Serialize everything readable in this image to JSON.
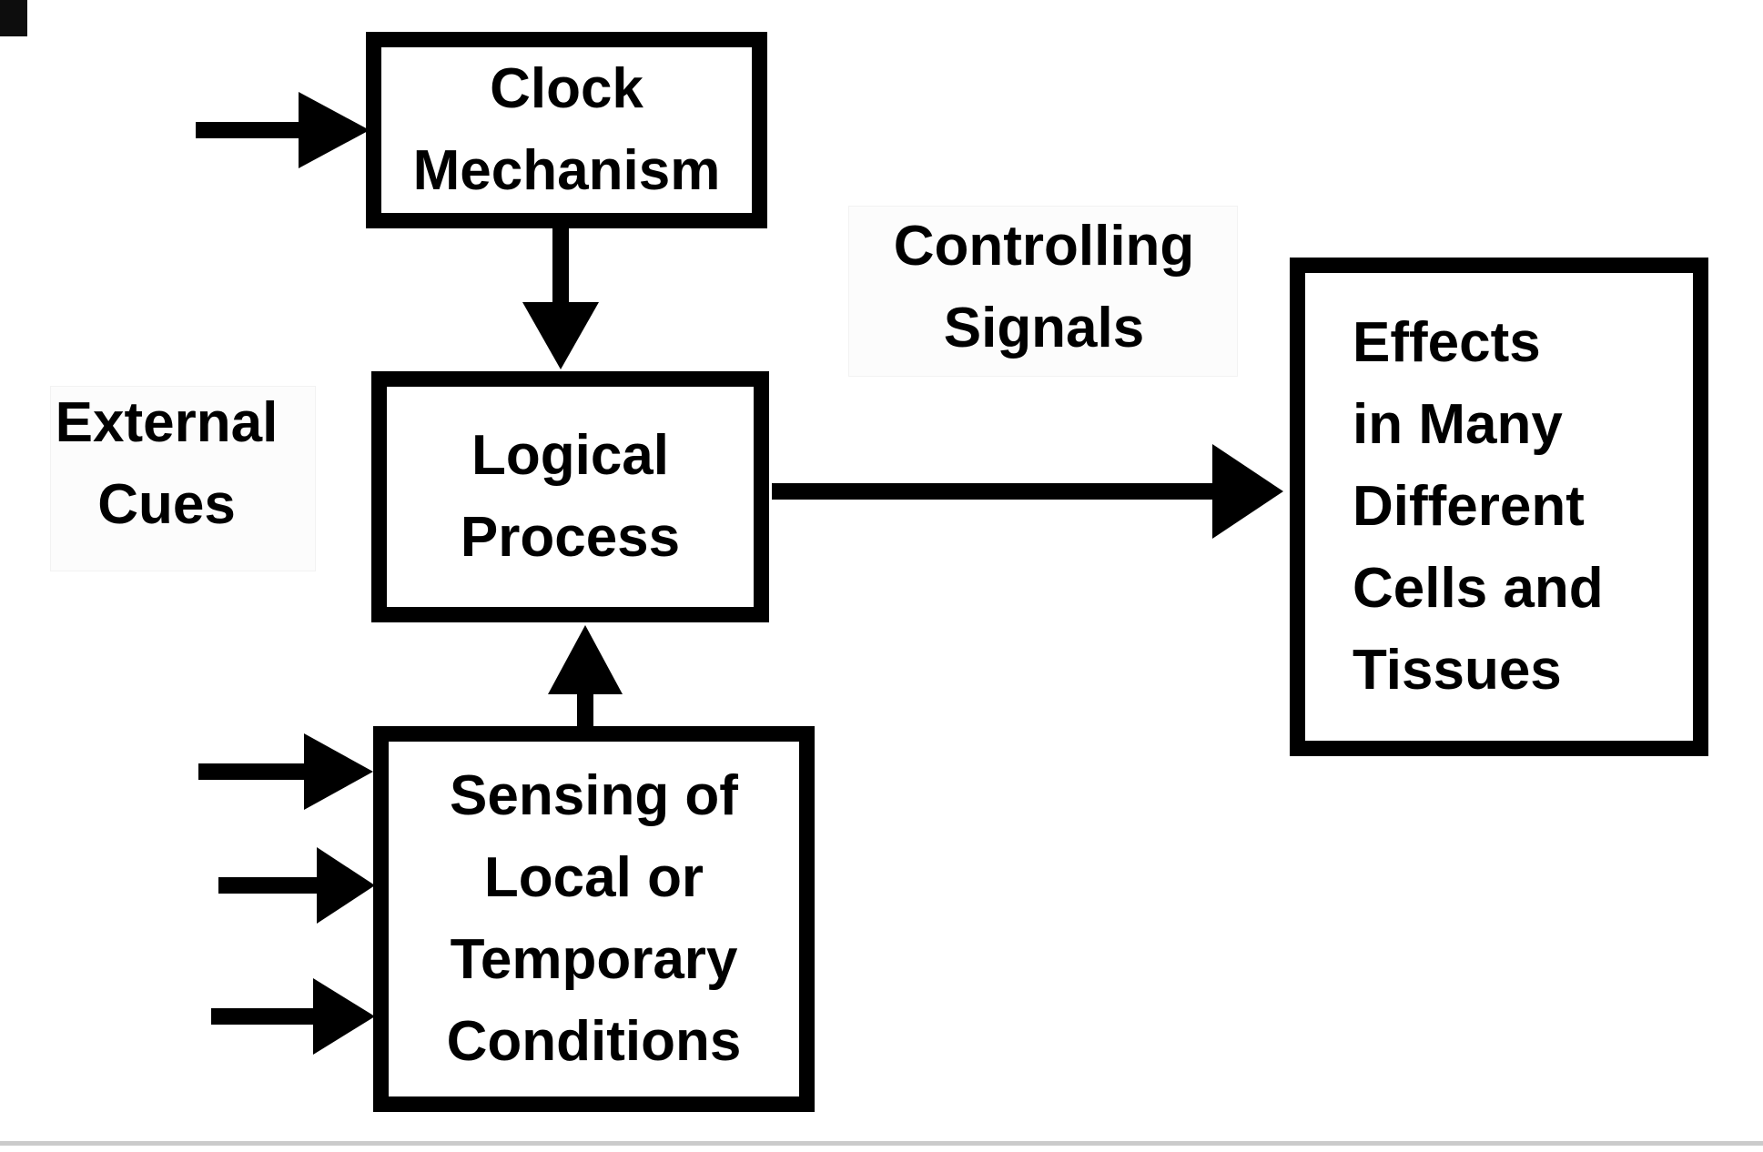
{
  "diagram": {
    "background_color": "#ffffff",
    "ink_color": "#000000"
  },
  "boxes": {
    "clock": {
      "line1": "Clock",
      "line2": "Mechanism"
    },
    "logical": {
      "line1": "Logical",
      "line2": "Process"
    },
    "sensing": {
      "line1": "Sensing of",
      "line2": "Local or",
      "line3": "Temporary",
      "line4": "Conditions"
    },
    "effects": {
      "line1": "Effects",
      "line2": "in Many",
      "line3": "Different",
      "line4": "Cells and",
      "line5": "Tissues"
    }
  },
  "labels": {
    "external_cues": {
      "line1": "External",
      "line2": "Cues"
    },
    "controlling_signals": {
      "line1": "Controlling",
      "line2": "Signals"
    }
  },
  "edges": [
    {
      "from": "external-cue",
      "to": "clock"
    },
    {
      "from": "clock",
      "to": "logical"
    },
    {
      "from": "sensing",
      "to": "logical"
    },
    {
      "from": "logical",
      "to": "effects",
      "label": "Controlling Signals"
    },
    {
      "from": "external-cue-1",
      "to": "sensing"
    },
    {
      "from": "external-cue-2",
      "to": "sensing"
    },
    {
      "from": "external-cue-3",
      "to": "sensing"
    }
  ]
}
